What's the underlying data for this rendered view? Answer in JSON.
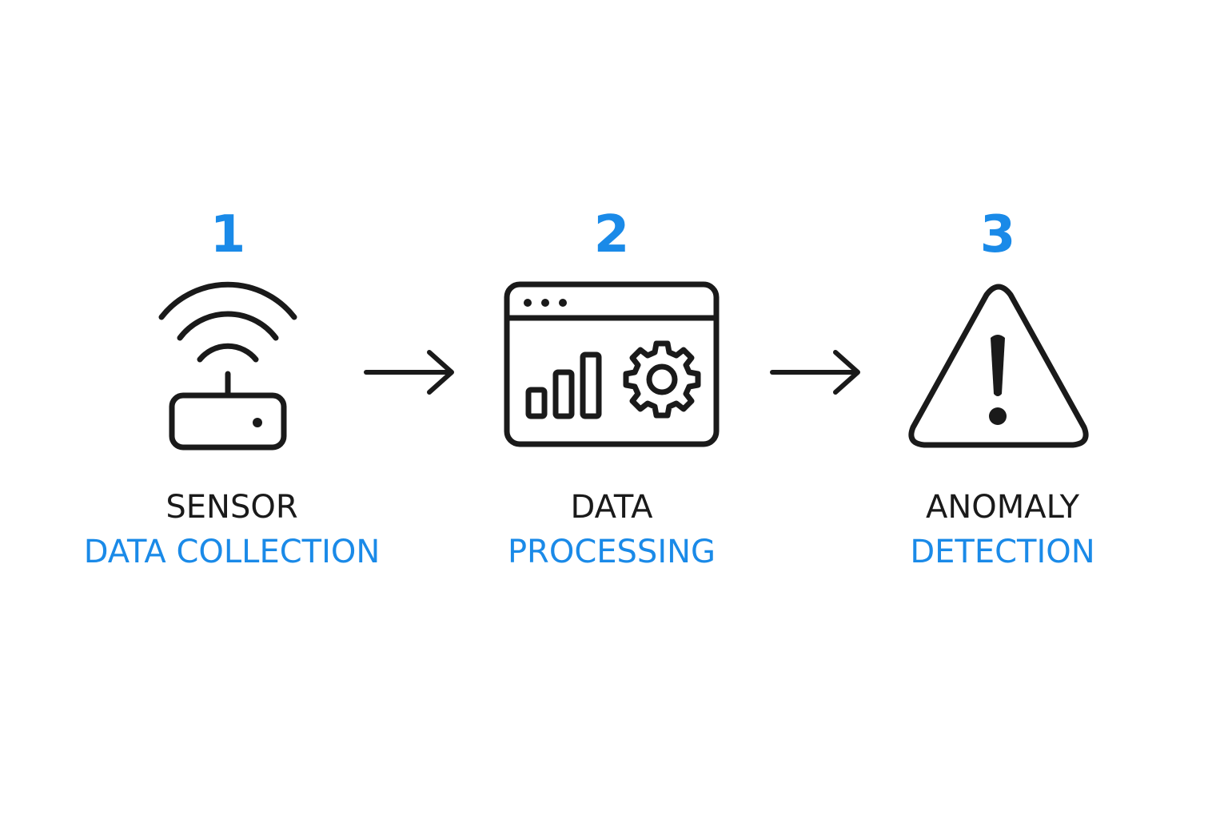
{
  "colors": {
    "accent": "#1a8ae8",
    "ink": "#1a1a1a",
    "background": "#ffffff"
  },
  "steps": [
    {
      "number": "1",
      "icon": "wifi-router-icon",
      "line1": "SENSOR",
      "line2": "DATA COLLECTION"
    },
    {
      "number": "2",
      "icon": "browser-chart-gear-icon",
      "line1": "DATA",
      "line2": "PROCESSING"
    },
    {
      "number": "3",
      "icon": "warning-triangle-icon",
      "line1": "ANOMALY",
      "line2": "DETECTION"
    }
  ],
  "connectors": [
    "arrow-right-icon",
    "arrow-right-icon"
  ]
}
